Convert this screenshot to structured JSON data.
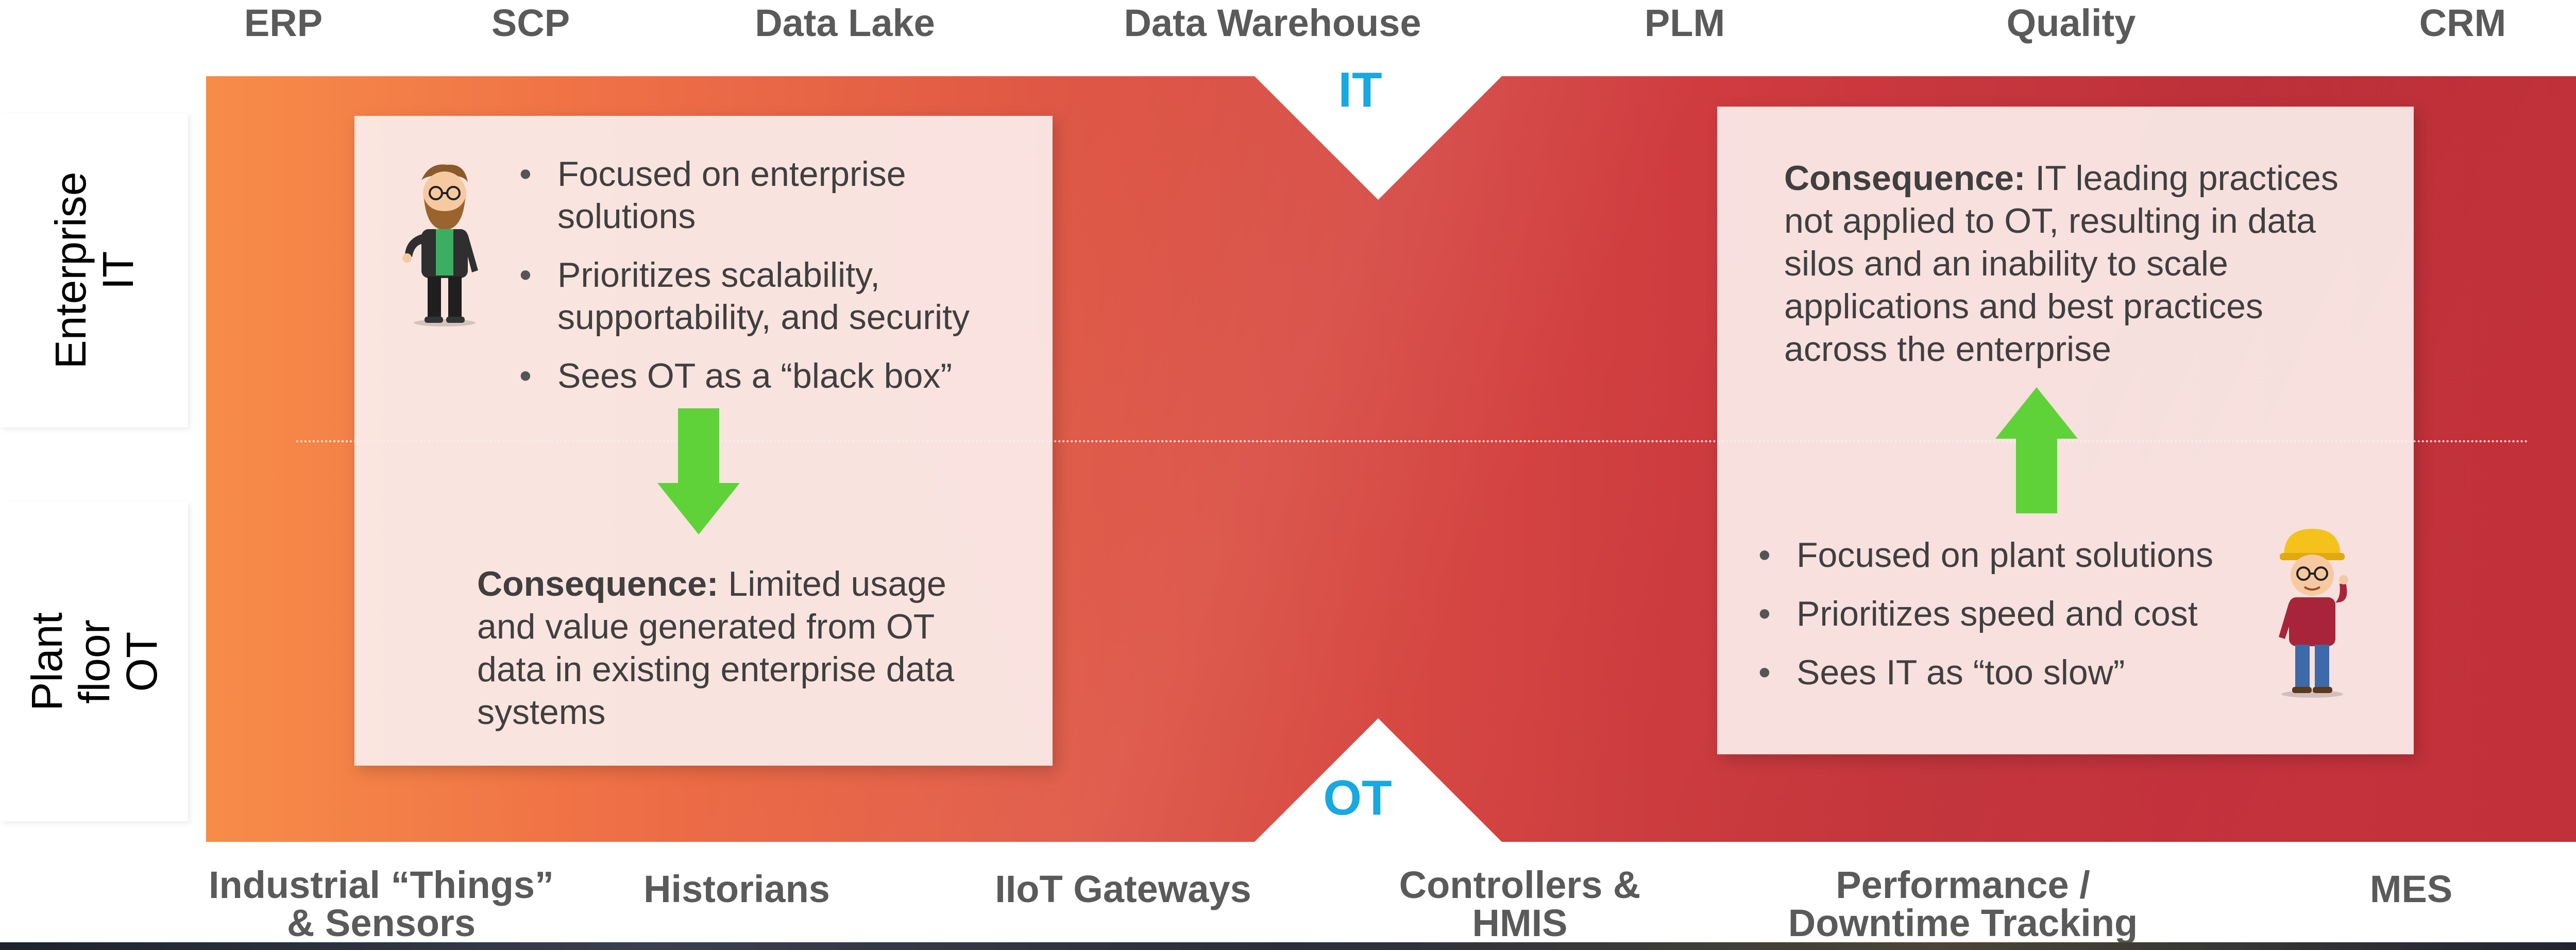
{
  "it_systems": [
    "ERP",
    "SCP",
    "Data Lake",
    "Data Warehouse",
    "PLM",
    "Quality",
    "CRM"
  ],
  "ot_systems": [
    "Industrial “Things”\n& Sensors",
    "Historians",
    "IIoT Gateways",
    "Controllers &\nHMIS",
    "Performance /\nDowntime Tracking",
    "MES"
  ],
  "layers": {
    "top": "IT",
    "bottom": "OT"
  },
  "side_labels": {
    "enterprise": "Enterprise IT",
    "plant": "Plant\nfloor OT"
  },
  "it_panel": {
    "bullets": [
      "Focused on enterprise solutions",
      "Prioritizes scalability, supportability, and security",
      "Sees OT as a “black box”"
    ],
    "consequence_label": "Consequence:",
    "consequence_text": " Limited usage and value generated from OT data in existing enterprise data systems"
  },
  "ot_panel": {
    "consequence_label": "Consequence:",
    "consequence_text": " IT leading practices not applied to OT, resulting in data silos and an inability to scale applications and best practices across the enterprise",
    "bullets": [
      "Focused on plant solutions",
      "Prioritizes speed and cost",
      "Sees IT as “too slow”"
    ]
  },
  "icons": {
    "it_person": "hipster-person-icon",
    "ot_person": "hardhat-worker-icon",
    "down_arrow": "arrow-down-icon",
    "up_arrow": "arrow-up-icon"
  },
  "colors": {
    "band_left": "#f78c48",
    "band_right": "#c13139",
    "layer_label": "#17a9e0",
    "arrow": "#5fd23a"
  }
}
